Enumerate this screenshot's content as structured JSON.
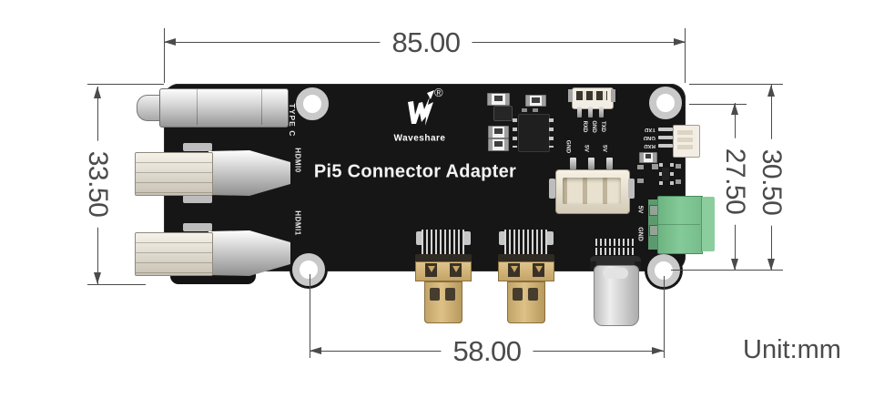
{
  "unit_label": "Unit:mm",
  "dimensions": {
    "board_width": "85.00",
    "board_height": "33.50",
    "hole_pitch_vertical": "27.50",
    "right_height": "30.50",
    "hole_pitch_horizontal": "58.00"
  },
  "board": {
    "brand": "Waveshare",
    "registered_mark": "®",
    "title": "Pi5 Connector Adapter",
    "silkscreen": {
      "type_c": "TYPE C",
      "hdmi0": "HDMI0",
      "hdmi1": "HDMI1",
      "uart_top": [
        "RXD",
        "GND",
        "TXD"
      ],
      "uart_side": [
        "TXD",
        "GND",
        "RXD"
      ],
      "power_header": [
        "GND",
        "5V",
        "5V"
      ],
      "terminal": [
        "5V",
        "GND"
      ]
    }
  },
  "colors": {
    "pcb": "#161616",
    "dimension_lines": "#4b4b4b",
    "terminal_green": "#7cc28f",
    "hdmi_gold": "#cfad72",
    "connector_silver": "#d9d9d9"
  }
}
